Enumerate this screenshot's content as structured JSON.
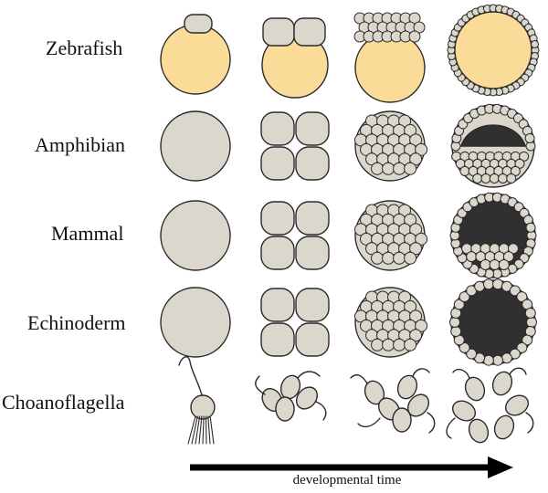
{
  "rows": [
    {
      "label": "Zebrafish"
    },
    {
      "label": "Amphibian"
    },
    {
      "label": "Mammal"
    },
    {
      "label": "Echinoderm"
    },
    {
      "label": "Choanoflagella"
    }
  ],
  "axis": {
    "label": "developmental time"
  },
  "colors": {
    "cell": "#dcd7cd",
    "yolk": "#fbdb98",
    "stroke": "#2a2a2a",
    "cavity": "#303030",
    "arrow": "#000000"
  }
}
